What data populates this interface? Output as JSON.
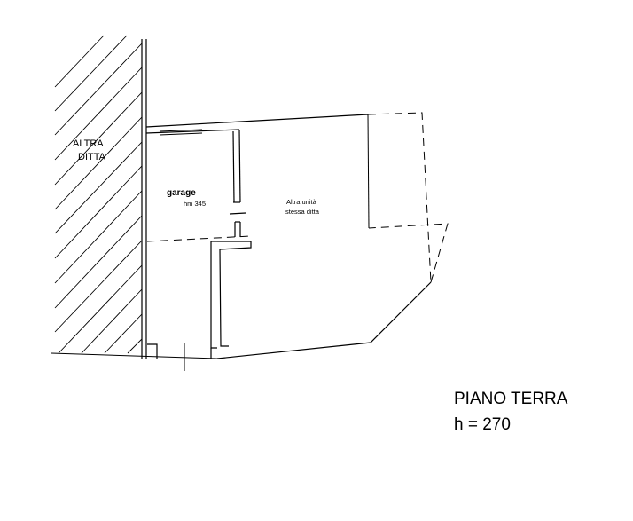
{
  "plan": {
    "neighbour_label_line1": "ALTRA",
    "neighbour_label_line2": "DITTA",
    "garage": {
      "name": "garage",
      "height_note": "hm 345"
    },
    "other_unit": {
      "line1": "Altra unità",
      "line2": "stessa ditta"
    },
    "floor_title": "PIANO TERRA",
    "floor_height": "h = 270"
  }
}
